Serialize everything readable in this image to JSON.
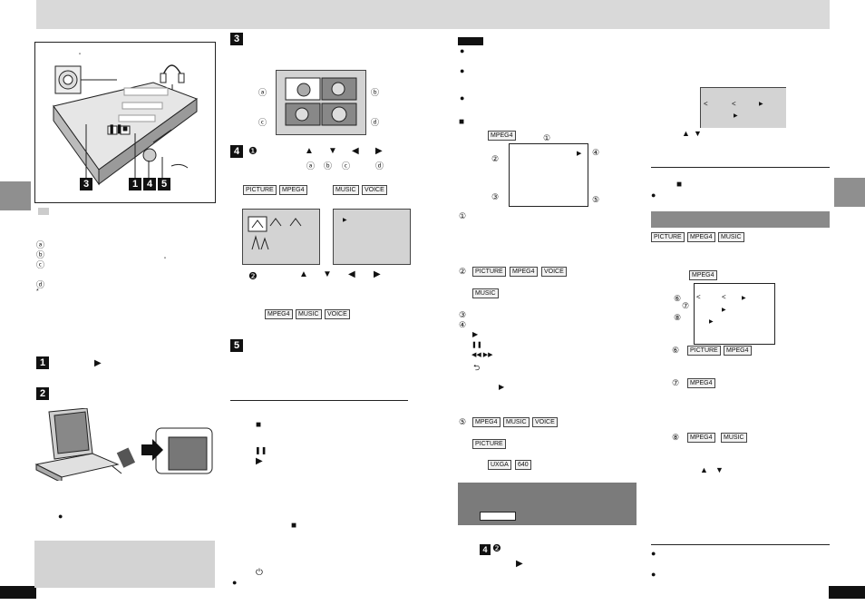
{
  "steps": {
    "s1": "1",
    "s2": "2",
    "s3": "3",
    "s4": "4",
    "s5": "5"
  },
  "callouts": {
    "c3": "3",
    "c1": "1",
    "c4": "4",
    "c5": "5"
  },
  "circled": {
    "a": "ⓐ",
    "b": "ⓑ",
    "c": "ⓒ",
    "d": "ⓓ",
    "n1": "❶",
    "n2": "❷",
    "c1": "①",
    "c2": "②",
    "c3": "③",
    "c4": "④",
    "c5": "⑤",
    "c6": "⑥",
    "c7": "⑦",
    "c8": "⑧"
  },
  "glyphs": {
    "play": "▶",
    "pause": "❚❚",
    "stop": "■",
    "up": "▲",
    "down": "▼",
    "left": "◀",
    "right": "▶",
    "rew_ff": "◀◀  ▶▶",
    "repeat": "⮌",
    "power": "⏻",
    "bullet": "●",
    "asterisk": "*",
    "quote": "\""
  },
  "tags": {
    "picture": "PICTURE",
    "mpeg4": "MPEG4",
    "music": "MUSIC",
    "voice": "VOICE",
    "uxga": "UXGA",
    "v640": "640"
  },
  "labels": {
    "cursor_abcd": "ⓐ  ⓑ  ⓒ    ⓓ"
  }
}
